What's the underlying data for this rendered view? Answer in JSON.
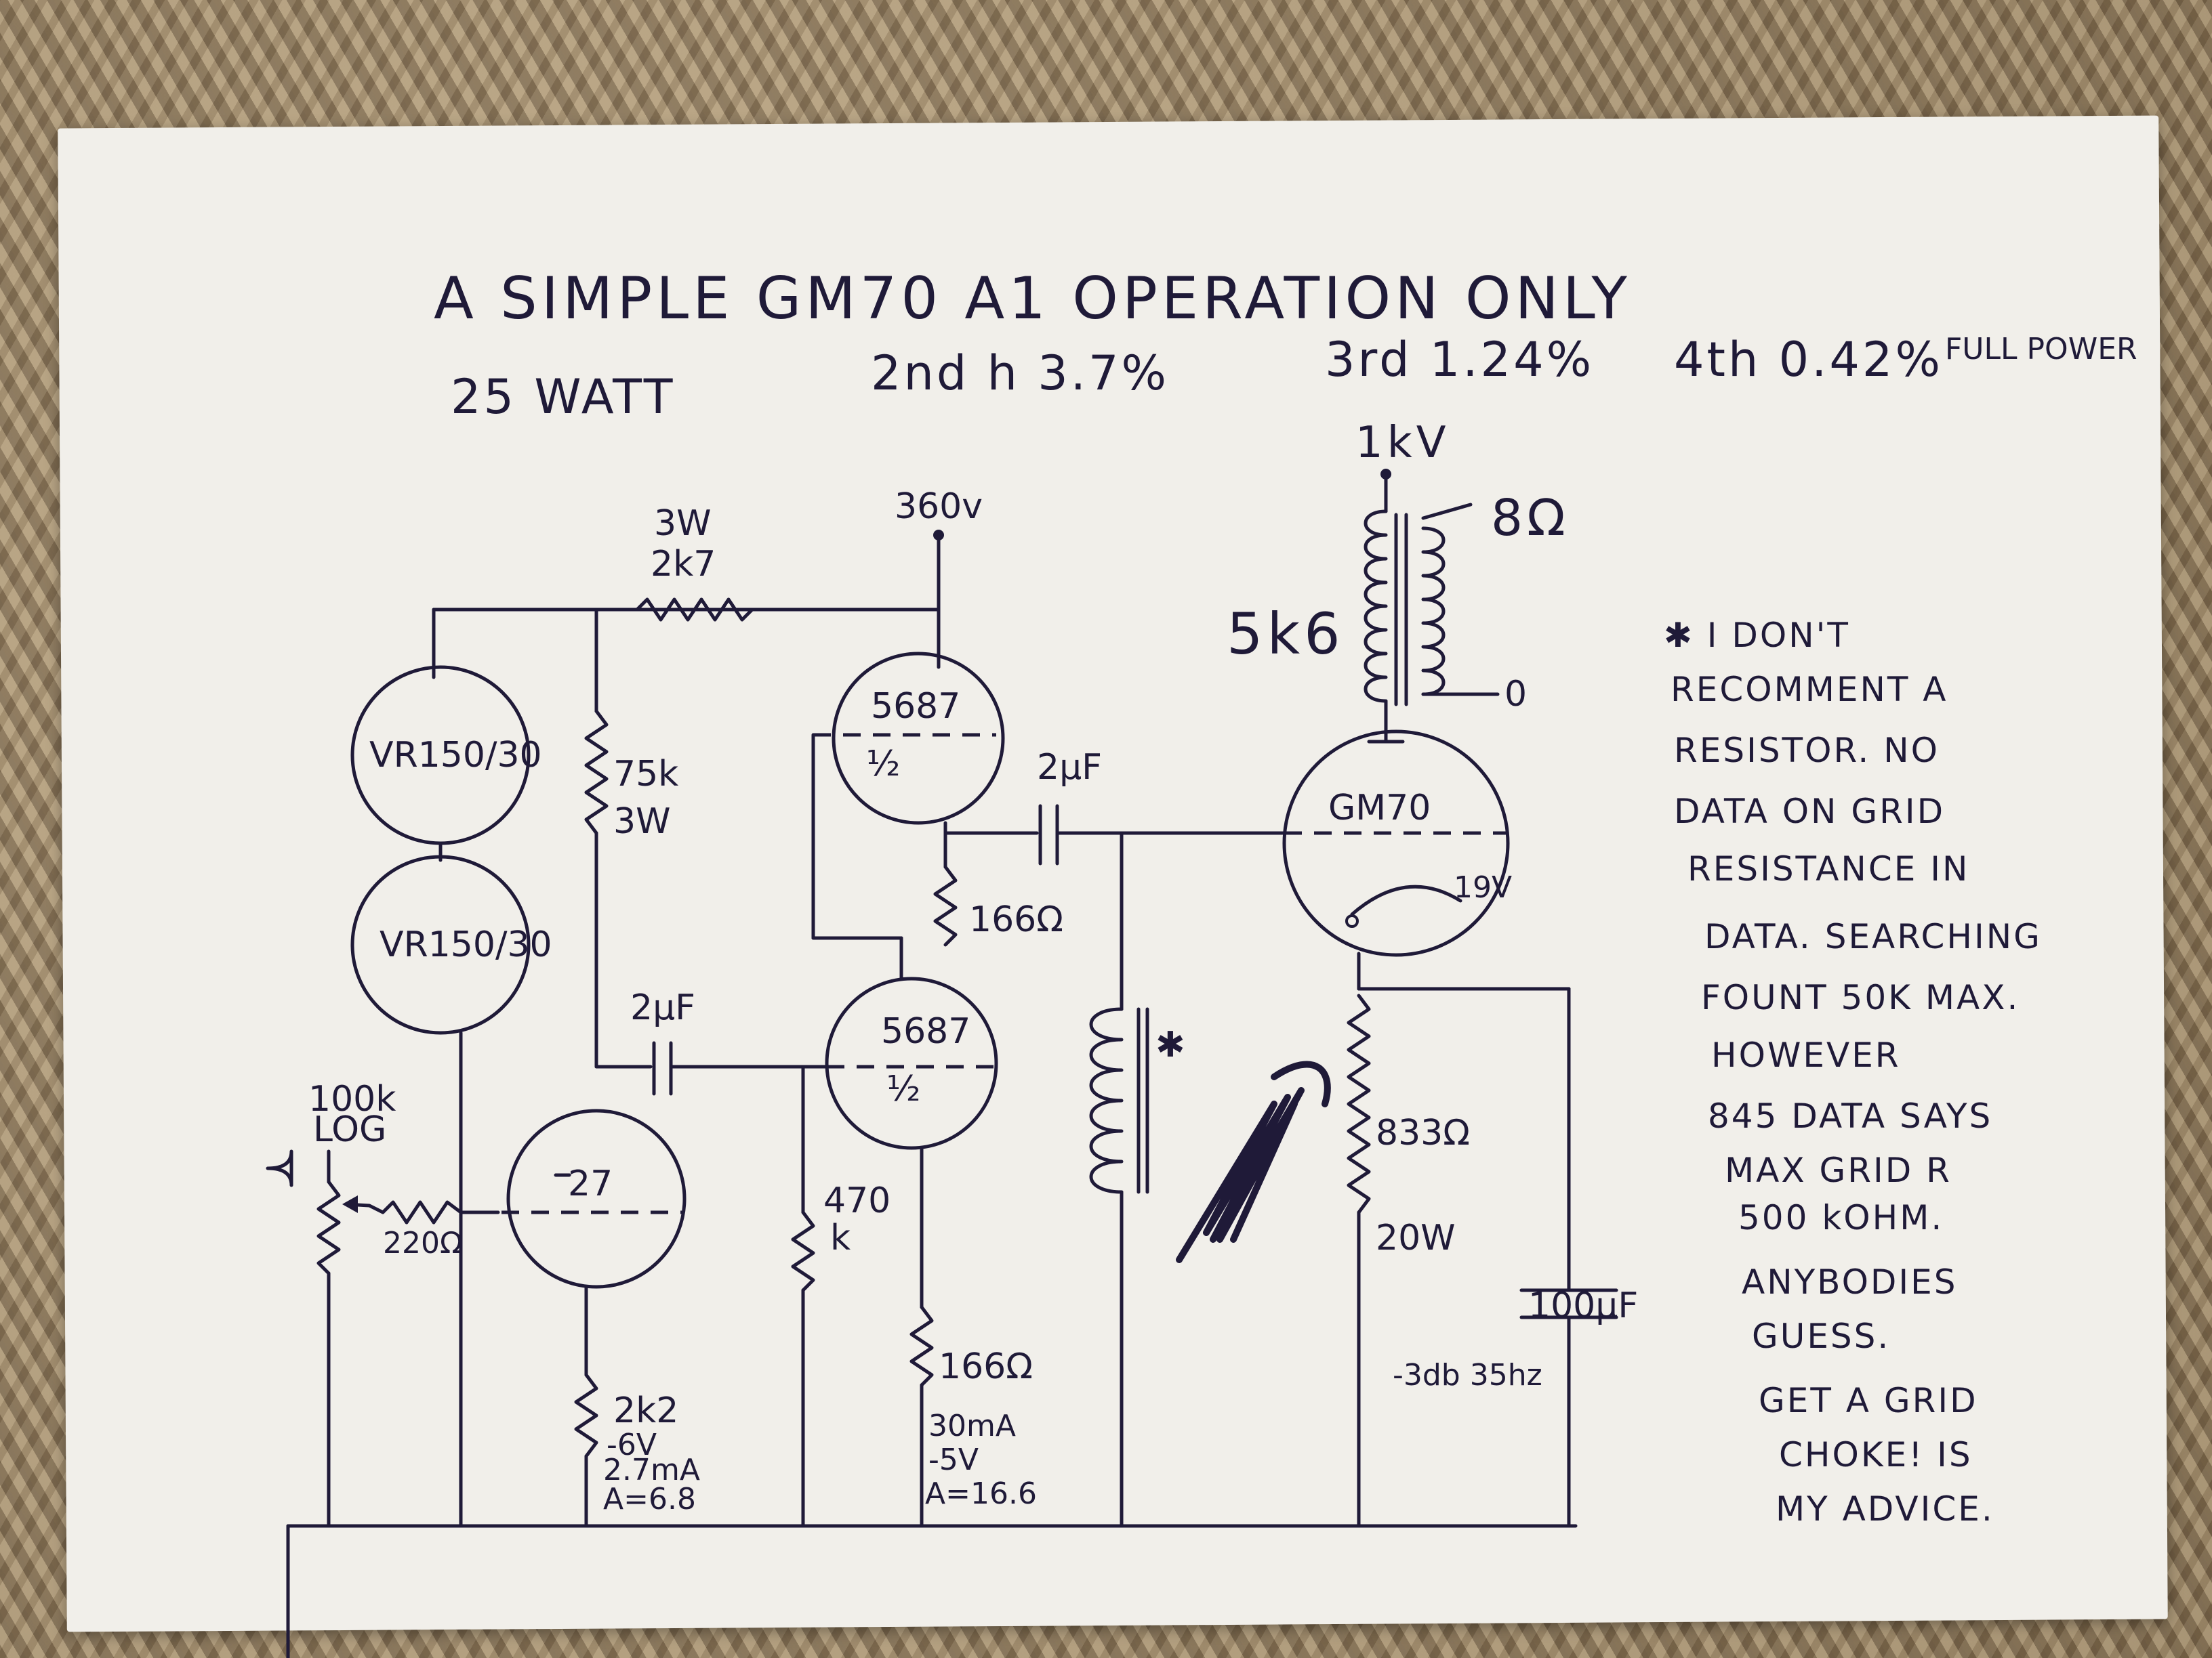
{
  "title": "A SIMPLE GM70 A1 OPERATION ONLY",
  "subtitle": {
    "power": "25 WATT",
    "h2": "2nd h 3.7%",
    "h3": "3rd 1.24%",
    "h4": "4th 0.42%",
    "note": "FULL POWER"
  },
  "supply": {
    "b_plus_driver": "360v",
    "b_plus_output": "1kV"
  },
  "components": {
    "vr1": "VR150/30",
    "vr2": "VR150/30",
    "r_series_watt": "3W",
    "r_series_value": "2k7",
    "r_75k_value": "75k",
    "r_75k_watt": "3W",
    "pot_value": "100k",
    "pot_taper": "LOG",
    "r_grid_stop": "220Ω",
    "tube_27": "27",
    "r_27_cathode": "2k2",
    "bias_27_v": "-6V",
    "bias_27_ma": "2.7mA",
    "gain_27": "A=6.8",
    "cap_coupling_1": "2µF",
    "tube_5687_top": "5687",
    "tube_5687_top_half": "½",
    "tube_5687_bot": "5687",
    "tube_5687_bot_half": "½",
    "r_mid": "166Ω",
    "r_470k_a": "470",
    "r_470k_b": "k",
    "r_5687_cathode": "166Ω",
    "bias_5687_ma": "30mA",
    "bias_5687_v": "-5V",
    "gain_5687": "A=16.6",
    "cap_coupling_2": "2µF",
    "primary_imp": "5k6",
    "secondary": "8Ω",
    "sec_common": "0",
    "tube_gm70": "GM70",
    "filament": "19V",
    "r_cathode_gm70": "833Ω",
    "r_cathode_watt": "20W",
    "cap_bypass": "100µF",
    "bypass_freq": "-3db 35hz",
    "choke_mark": "✱"
  },
  "notes": [
    "✱  I DON'T",
    "RECOMMENT A",
    "RESISTOR. NO",
    "DATA ON GRID",
    "RESISTANCE IN",
    "DATA. SEARCHING",
    "FOUNT 50K MAX.",
    "HOWEVER",
    "845 DATA SAYS",
    "MAX GRID R",
    "500 kOHM.",
    "ANYBODIES",
    "GUESS.",
    "GET A GRID",
    "CHOKE! IS",
    "MY ADVICE."
  ]
}
